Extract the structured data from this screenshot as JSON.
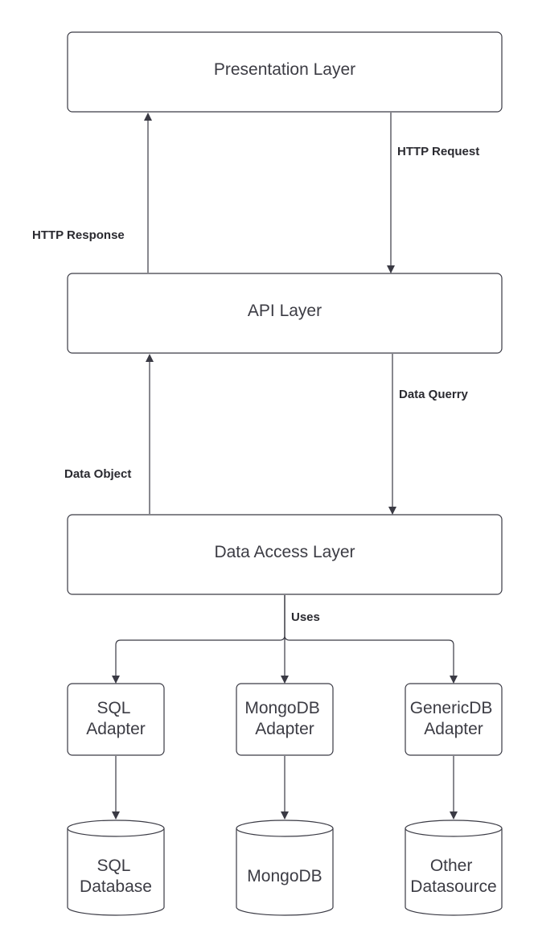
{
  "diagram": {
    "layers": {
      "presentation": "Presentation Layer",
      "api": "API Layer",
      "data_access": "Data Access Layer"
    },
    "adapters": {
      "sql": [
        "SQL",
        "Adapter"
      ],
      "mongodb": [
        "MongoDB",
        "Adapter"
      ],
      "generic": [
        "GenericDB",
        "Adapter"
      ]
    },
    "datastores": {
      "sql": [
        "SQL",
        "Database"
      ],
      "mongodb": [
        "MongoDB"
      ],
      "other": [
        "Other",
        "Datasource"
      ]
    },
    "edges": {
      "http_request": "HTTP Request",
      "http_response": "HTTP Response",
      "data_query": "Data Querry",
      "data_object": "Data Object",
      "uses": "Uses"
    },
    "colors": {
      "stroke": "#3a3a44",
      "text": "#3c3c44",
      "background": "#ffffff"
    }
  }
}
